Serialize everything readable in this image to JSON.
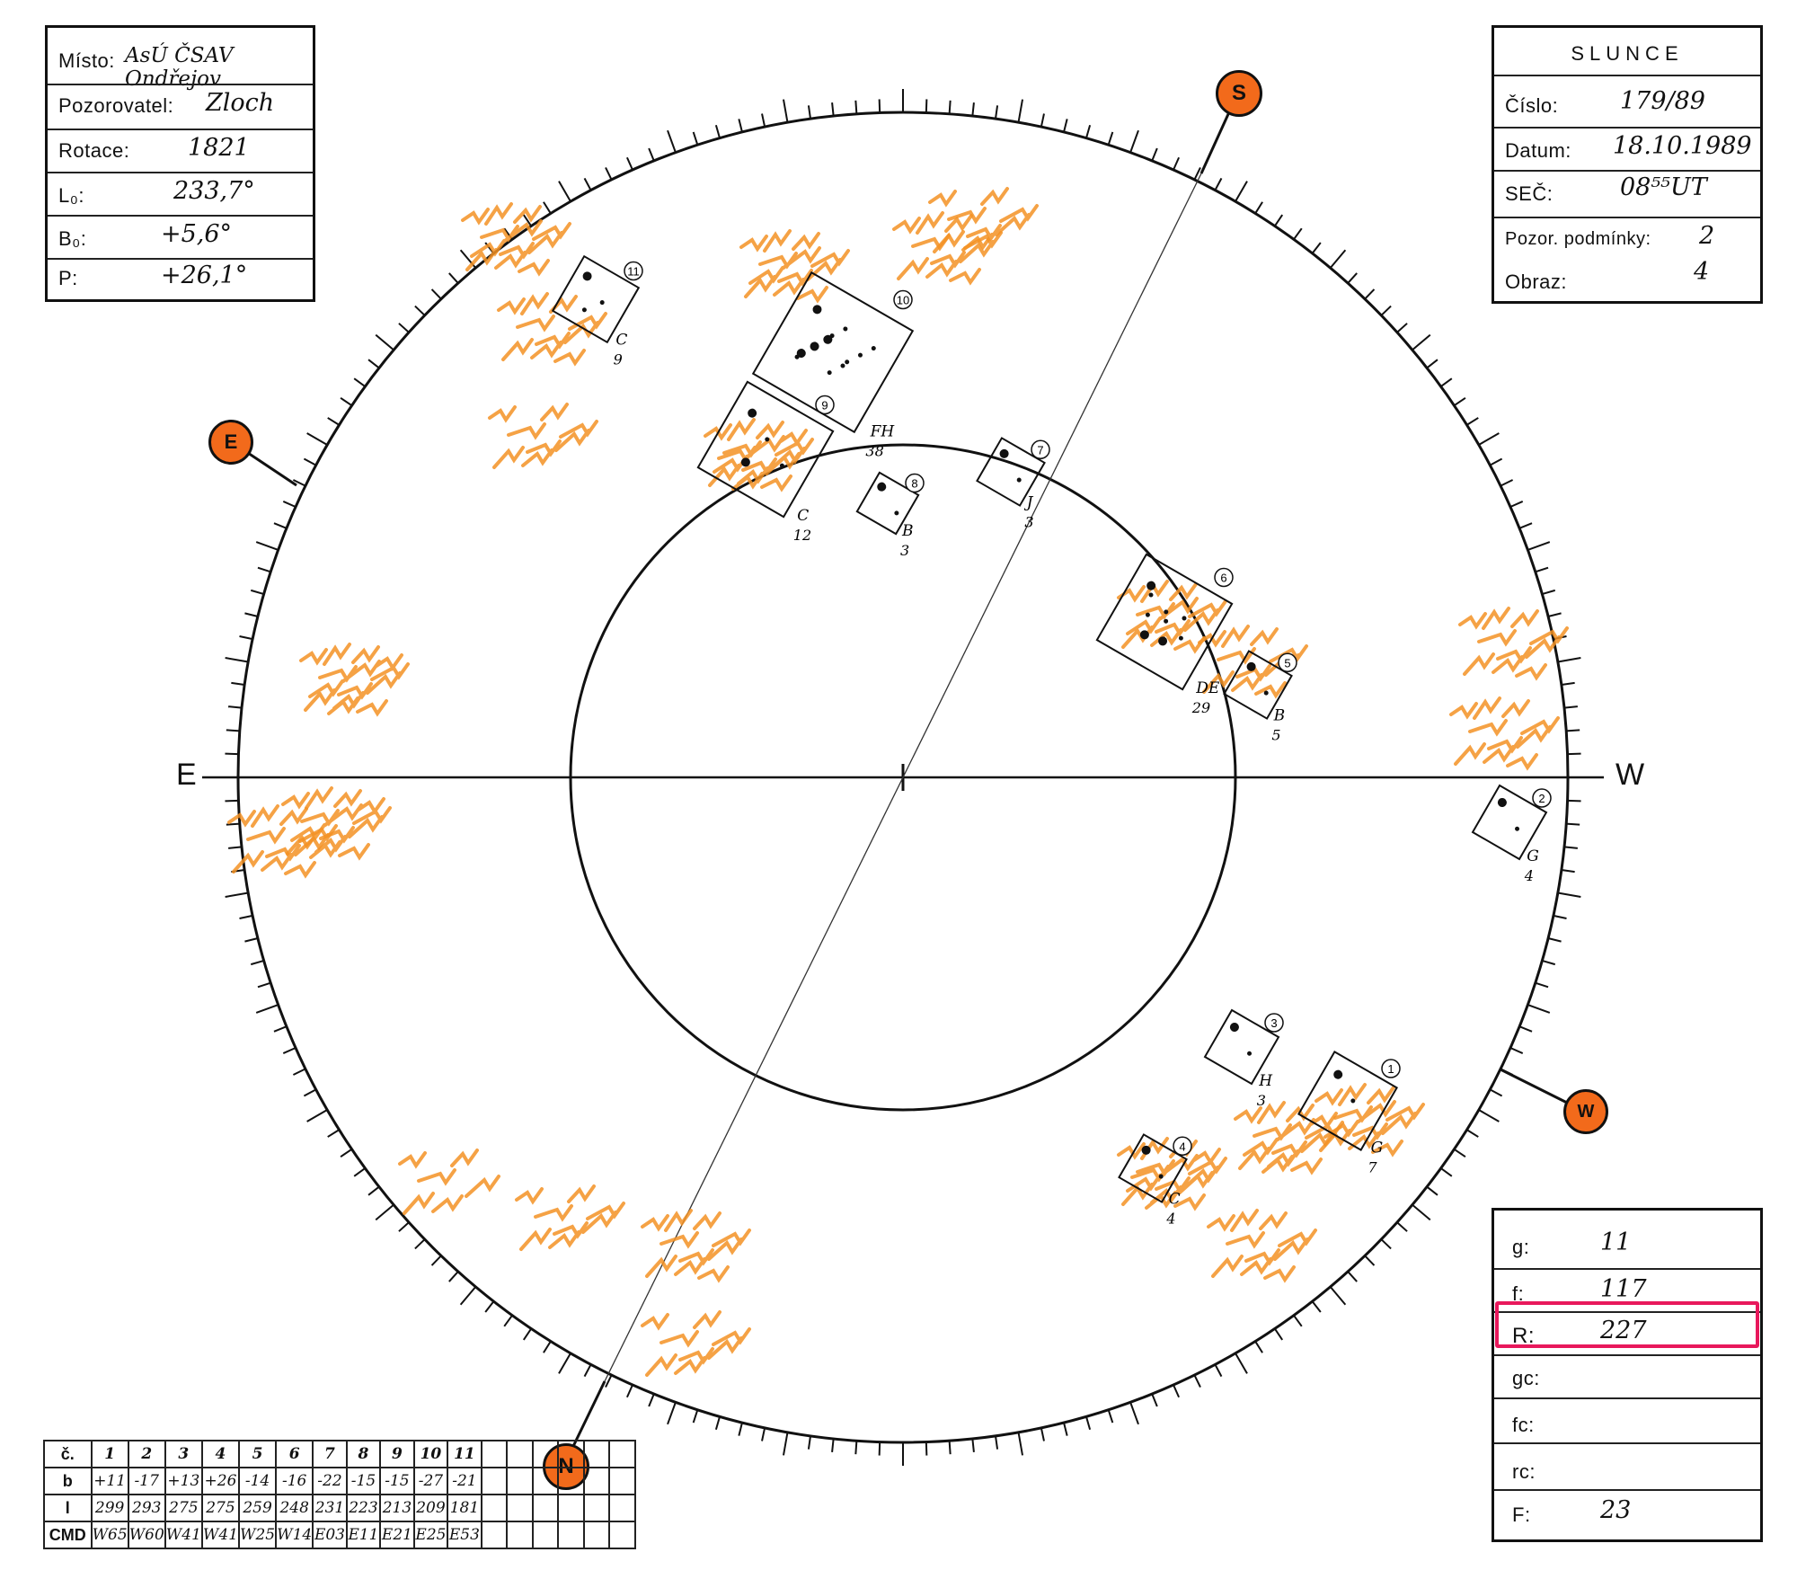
{
  "info_box": {
    "misto_label": "Místo:",
    "misto_value": "AsÚ ČSAV Ondřejov",
    "pozorovatel_label": "Pozorovatel:",
    "pozorovatel_value": "Zloch",
    "rotace_label": "Rotace:",
    "rotace_value": "1821",
    "l0_label": "L₀:",
    "l0_value": "233,7°",
    "b0_label": "B₀:",
    "b0_value": "+5,6°",
    "p_label": "P:",
    "p_value": "+26,1°"
  },
  "slunce_box": {
    "title": "SLUNCE",
    "cislo_label": "Číslo:",
    "cislo_value": "179/89",
    "datum_label": "Datum:",
    "datum_value": "18.10.1989",
    "sec_label": "SEČ:",
    "sec_value": "08⁵⁵UT",
    "podminky_label": "Pozor. podmínky:",
    "podminky_value": "2",
    "obraz_label": "Obraz:",
    "obraz_value": "4"
  },
  "stats_box": {
    "g_label": "g:",
    "g_value": "11",
    "f_label": "f:",
    "f_value": "117",
    "r_label": "R:",
    "r_value": "227",
    "gc_label": "gc:",
    "gc_value": "",
    "fc_label": "fc:",
    "fc_value": "",
    "rc_label": "rc:",
    "rc_value": "",
    "F_label": "F:",
    "F_value": "23"
  },
  "compass": {
    "east": "E",
    "west": "W",
    "south_marker": "S",
    "east_marker": "E",
    "north_marker": "N",
    "west_marker": "W"
  },
  "group_table": {
    "row_labels": [
      "č.",
      "b",
      "l",
      "CMD"
    ],
    "numbers": [
      "1",
      "2",
      "3",
      "4",
      "5",
      "6",
      "7",
      "8",
      "9",
      "10",
      "11"
    ],
    "b": [
      "+11",
      "-17",
      "+13",
      "+26",
      "-14",
      "-16",
      "-22",
      "-15",
      "-15",
      "-27",
      "-21"
    ],
    "l": [
      "299",
      "293",
      "275",
      "275",
      "259",
      "248",
      "231",
      "223",
      "213",
      "209",
      "181"
    ],
    "cmd": [
      "W65",
      "W60",
      "W41",
      "W41",
      "W25",
      "W14",
      "E03",
      "E11",
      "E21",
      "E25",
      "E53"
    ]
  },
  "groups": [
    {
      "id": "1",
      "class": "G",
      "count": "7"
    },
    {
      "id": "2",
      "class": "G",
      "count": "4"
    },
    {
      "id": "3",
      "class": "H",
      "count": "3"
    },
    {
      "id": "4",
      "class": "C",
      "count": "4"
    },
    {
      "id": "5",
      "class": "B",
      "count": "5"
    },
    {
      "id": "6",
      "class": "DE",
      "count": "29"
    },
    {
      "id": "7",
      "class": "J",
      "count": "3"
    },
    {
      "id": "8",
      "class": "B",
      "count": "3"
    },
    {
      "id": "9",
      "class": "C",
      "count": "12"
    },
    {
      "id": "10",
      "class": "FH",
      "count": "38"
    },
    {
      "id": "11",
      "class": "C",
      "count": "9"
    }
  ],
  "colors": {
    "faculae": "#f39224",
    "marker_fill": "#f26a1b",
    "highlight": "#e8185c",
    "ink": "#111111"
  }
}
